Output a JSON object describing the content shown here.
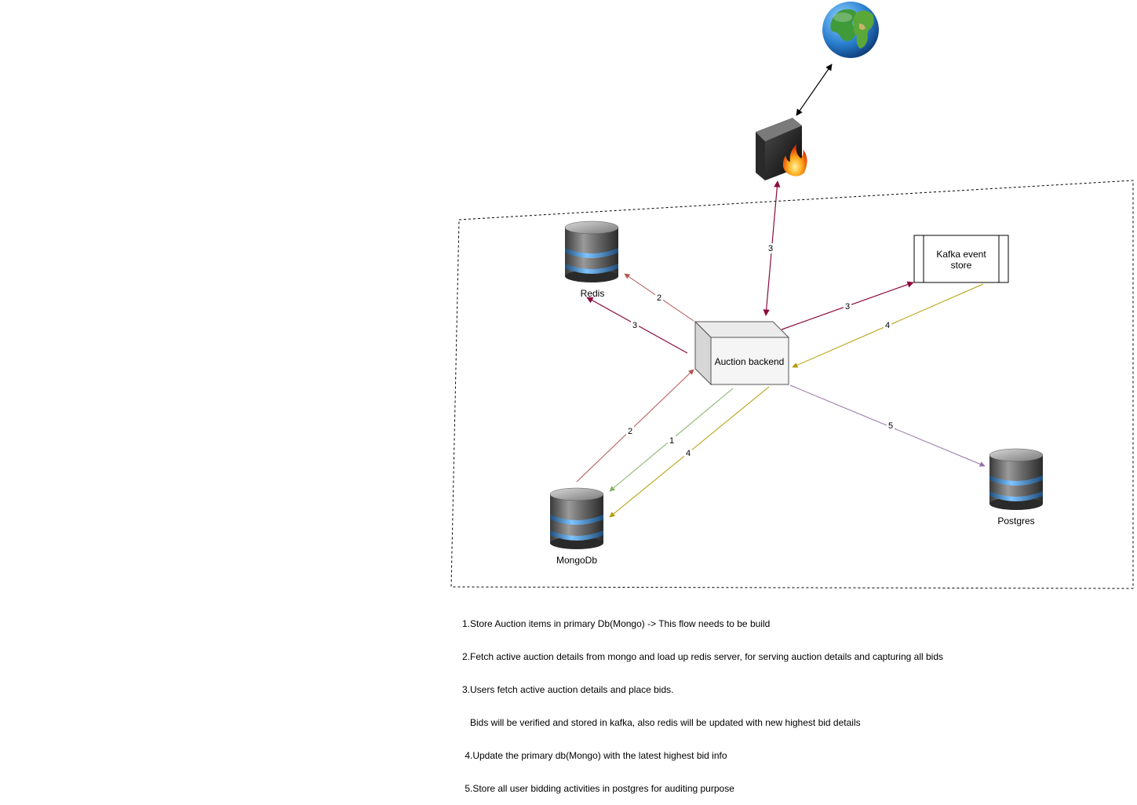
{
  "nodes": {
    "redis": "Redis",
    "mongodb": "MongoDb",
    "postgres": "Postgres",
    "kafka_line1": "Kafka event",
    "kafka_line2": "store",
    "backend": "Auction backend"
  },
  "edges": [
    {
      "id": "firewall-backend",
      "label": "3",
      "color": "#8b0a3f"
    },
    {
      "id": "backend-redis-2",
      "label": "2",
      "color": "#b85450"
    },
    {
      "id": "backend-redis-3",
      "label": "3",
      "color": "#8b0a3f"
    },
    {
      "id": "backend-kafka",
      "label": "3",
      "color": "#8b0a3f"
    },
    {
      "id": "kafka-backend",
      "label": "4",
      "color": "#b59a00"
    },
    {
      "id": "mongo-backend",
      "label": "2",
      "color": "#b85450"
    },
    {
      "id": "backend-mongo-1",
      "label": "1",
      "color": "#82b366"
    },
    {
      "id": "backend-mongo-4",
      "label": "4",
      "color": "#b59a00"
    },
    {
      "id": "backend-postgres",
      "label": "5",
      "color": "#9673a6"
    }
  ],
  "notes": [
    "1.Store Auction items in primary Db(Mongo) -> This flow needs to be build",
    "2.Fetch active auction details from mongo and load up redis server, for serving auction details and capturing all bids",
    "3.Users fetch active auction details and place bids.",
    "   Bids will be verified and stored in kafka, also redis will be updated with new highest bid details",
    " 4.Update the primary db(Mongo) with the latest highest bid info",
    " 5.Store all user bidding activities in postgres for auditing purpose"
  ]
}
